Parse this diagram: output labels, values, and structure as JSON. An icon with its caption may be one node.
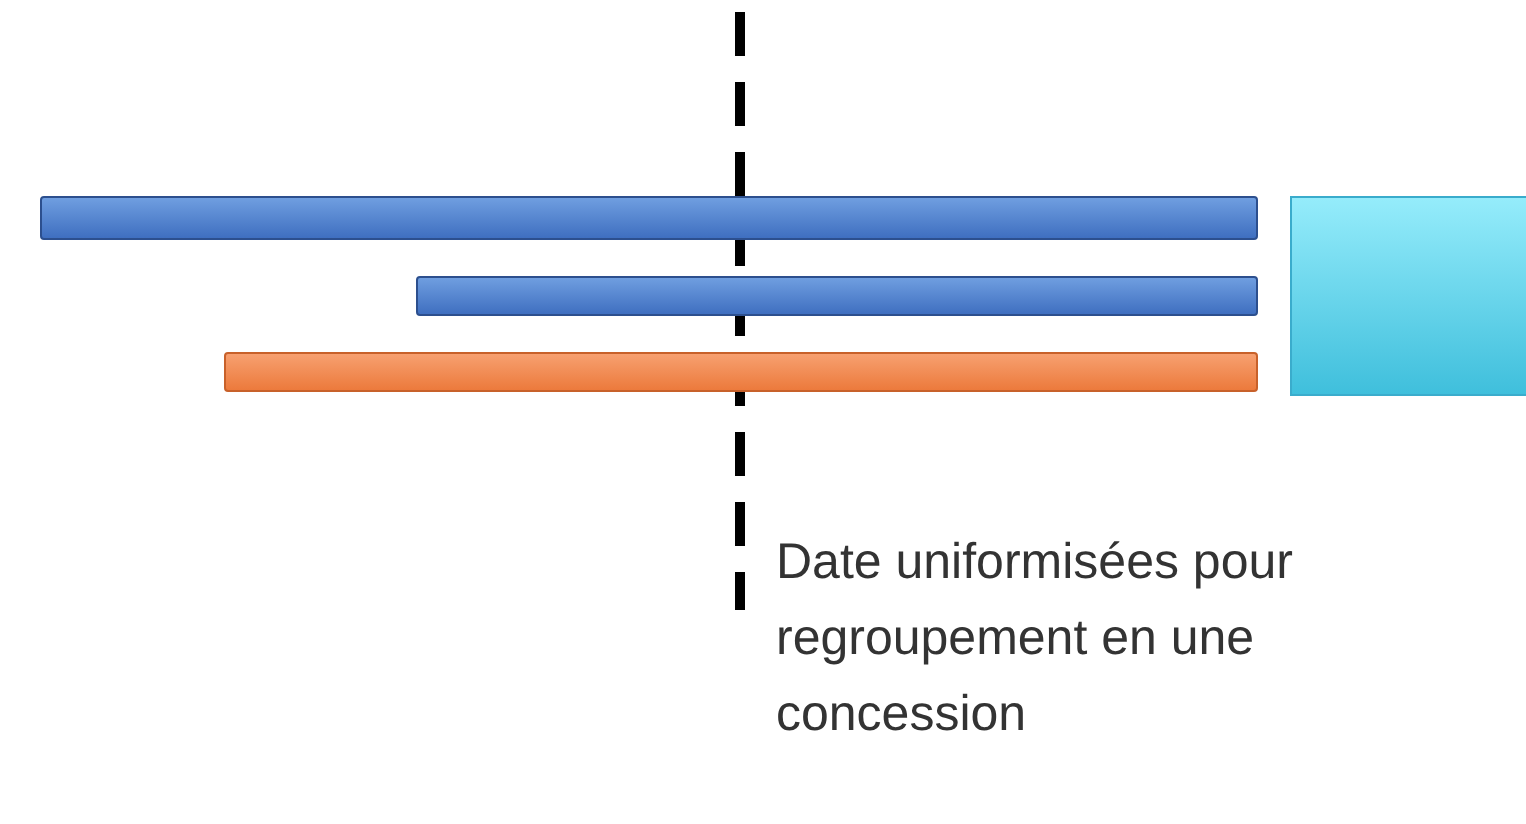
{
  "diagram": {
    "nodes": [
      {
        "text": [],
        "shape": "bar"
      },
      {
        "text": [],
        "shape": "bar"
      },
      {
        "text": [],
        "shape": "bar"
      },
      {
        "text": [],
        "shape": "box"
      }
    ],
    "labels": [
      "Date uniformisées pour regroupement en une concession"
    ]
  }
}
